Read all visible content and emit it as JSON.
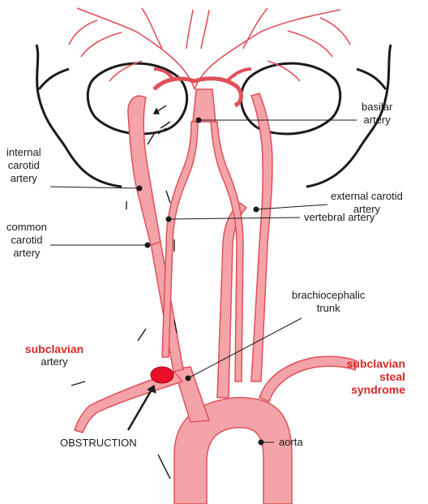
{
  "labels": {
    "basilar": [
      "basilar",
      "artery"
    ],
    "internal_carotid": [
      "internal",
      "carotid",
      "artery"
    ],
    "external_carotid": [
      "external carotid",
      "artery"
    ],
    "vertebral": "vertebral artery",
    "common_carotid": [
      "common",
      "carotid",
      "artery"
    ],
    "brachiocephalic": [
      "brachiocephalic",
      "trunk"
    ],
    "subclavian_title": "subclavian",
    "subclavian_artery": "artery",
    "syndrome": [
      "subclavian",
      "steal",
      "syndrome"
    ],
    "obstruction": "OBSTRUCTION",
    "aorta": "aorta"
  },
  "colors": {
    "artery_fill": "#f4a3a8",
    "artery_stroke": "#e0505a",
    "obstruction": "#e8102a",
    "outline": "#1a1a1a",
    "highlight": "#d62828"
  }
}
